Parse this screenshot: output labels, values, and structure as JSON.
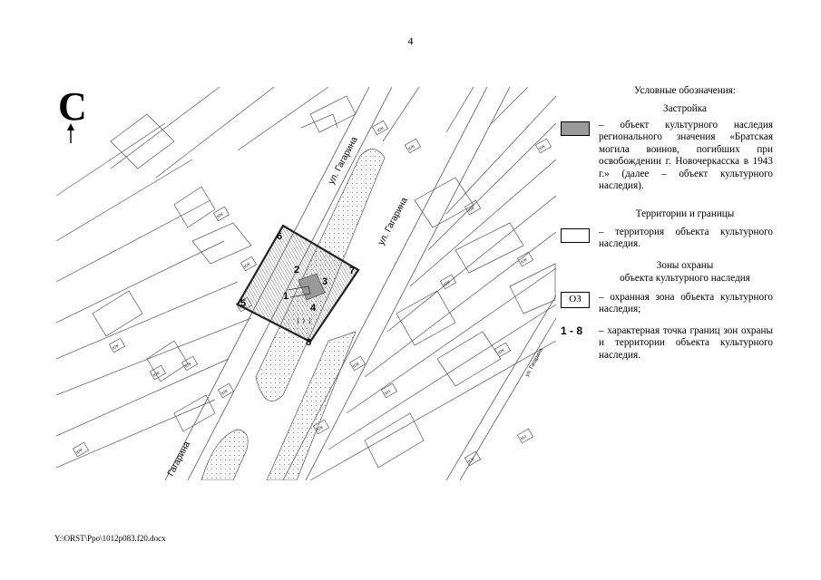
{
  "page_number": "4",
  "north_label": "С",
  "map": {
    "street_labels": [
      "ул. Гагарина",
      "ул. Гагарина",
      "Гагарина",
      "ул. Гагарина"
    ],
    "point_labels": [
      "1",
      "2",
      "3",
      "4",
      "5",
      "6",
      "7",
      "8"
    ],
    "zone_label": "ОЗ",
    "building_tag": "КЖ",
    "building_tag_alt": "КН"
  },
  "legend": {
    "heading": "Условные обозначения:",
    "section_buildings": "Застройка",
    "item_heritage_object": "– объект культурного наследия регионального значения «Братская могила воинов, погибших при освобождении г. Новочеркасска в 1943 г.» (далее – объект культурного наследия).",
    "section_territories": "Территории и границы",
    "item_territory": "– территория объекта культурного наследия.",
    "section_zones_line1": "Зоны охраны",
    "section_zones_line2": "объекта культурного наследия",
    "oz_swatch": "ОЗ",
    "item_oz": "– охранная зона объекта культурного наследия;",
    "points_swatch": "1 - 8",
    "item_points": "– характерная точка границ зон охраны и территории объекта культурного наследия."
  },
  "footer": "Y:\\ORST\\Ppo\\1012p083.f20.docx",
  "colors": {
    "heritage_object": "#9a9a9a",
    "lines": "#333333"
  }
}
